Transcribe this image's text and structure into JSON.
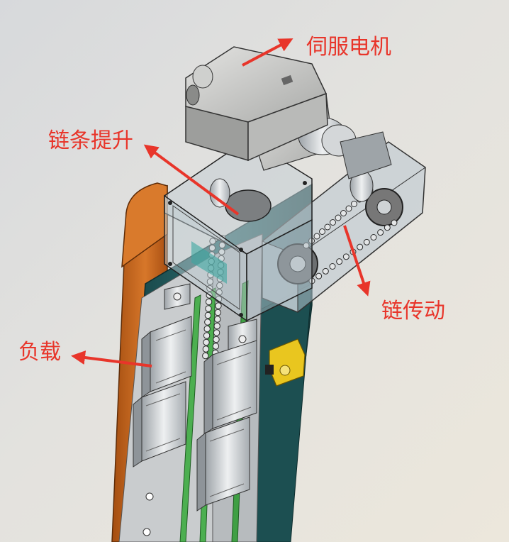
{
  "labels": {
    "servo_motor": "伺服电机",
    "chain_lift": "链条提升",
    "chain_drive": "链传动",
    "load": "负载"
  },
  "colors": {
    "callout": "#e8352a",
    "frame_teal": "#1f5a5c",
    "frame_orange": "#c7651c",
    "rail_green": "#4caf50",
    "sensor_yellow": "#e9c61f",
    "glass": "#b9c6cf"
  },
  "icons": [
    "servo-motor-shape",
    "reducer-shape",
    "sprocket-shape",
    "chain-shape",
    "linear-bearing-block-shape",
    "arrow-shape"
  ]
}
